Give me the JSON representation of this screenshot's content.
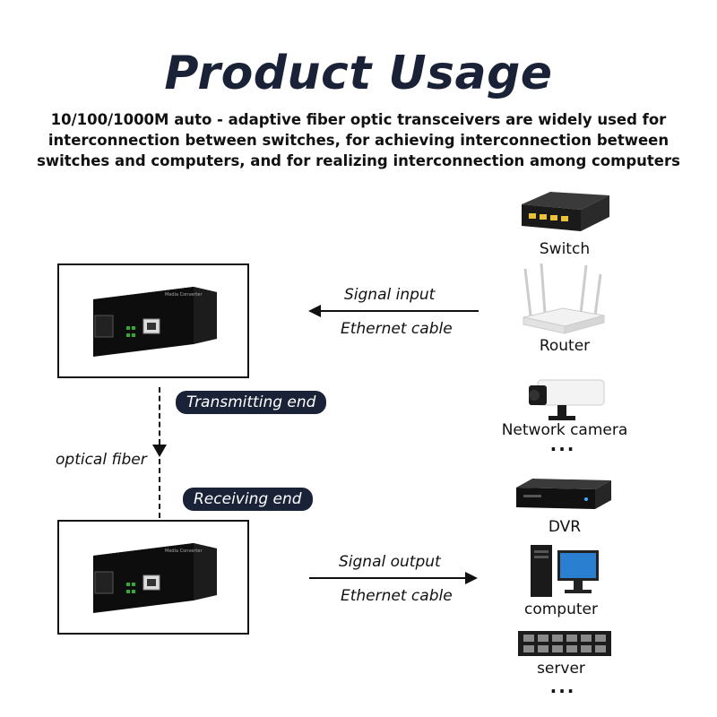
{
  "title": "Product Usage",
  "subtitle_lines": [
    "10/100/1000M auto - adaptive fiber optic transceivers are widely used for",
    "interconnection between switches, for achieving interconnection between",
    "switches and computers, and for realizing interconnection among computers"
  ],
  "transceiver_label": "Media Converter",
  "transmitting_end": "Transmitting end",
  "receiving_end": "Receiving end",
  "optical_fiber": "optical fiber",
  "input_arrow": {
    "top": "Signal input",
    "bottom": "Ethernet cable"
  },
  "output_arrow": {
    "top": "Signal output",
    "bottom": "Ethernet cable"
  },
  "input_devices": [
    {
      "label": "Switch",
      "icon": "switch-icon"
    },
    {
      "label": "Router",
      "icon": "router-icon"
    },
    {
      "label": "Network camera",
      "icon": "camera-icon"
    }
  ],
  "output_devices": [
    {
      "label": "DVR",
      "icon": "dvr-icon"
    },
    {
      "label": "computer",
      "icon": "computer-icon"
    },
    {
      "label": "server",
      "icon": "server-icon"
    }
  ],
  "ellipsis": "..."
}
